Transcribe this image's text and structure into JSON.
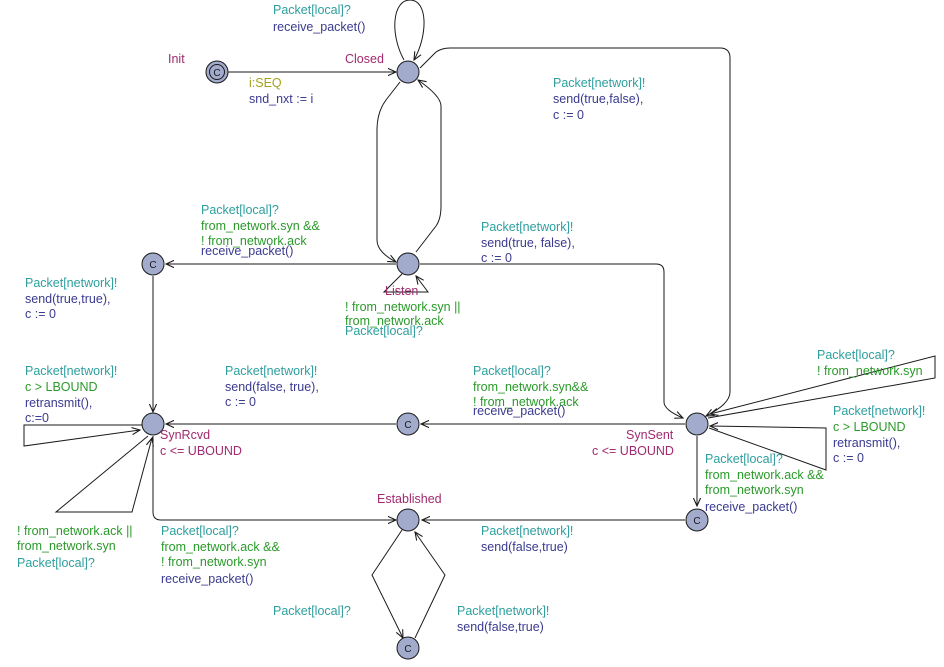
{
  "locations": {
    "init": {
      "name": "Init",
      "committed": "C"
    },
    "closed": {
      "name": "Closed"
    },
    "listen": {
      "name": "Listen"
    },
    "synsent": {
      "name": "SynSent",
      "invariant": "c <= UBOUND"
    },
    "synrcvd": {
      "name": "SynRcvd",
      "invariant": "c <= UBOUND"
    },
    "established": {
      "name": "Established"
    },
    "committed_label": "C"
  },
  "edges": {
    "closed_self": {
      "sync": "Packet[local]?",
      "update": "receive_packet()"
    },
    "init_closed": {
      "select": "i:SEQ",
      "update": "snd_nxt := i"
    },
    "closed_synsent": {
      "sync": "Packet[network]!",
      "update1": "send(true,false),",
      "update2": "c := 0"
    },
    "listen_c1_a": {
      "sync": "Packet[local]?",
      "guard1": "from_network.syn &&",
      "guard2": "! from_network.ack",
      "update": "receive_packet()"
    },
    "listen_synsent": {
      "sync": "Packet[network]!",
      "update1": "send(true, false),",
      "update2": "c := 0"
    },
    "listen_self": {
      "guard1": "! from_network.syn ||",
      "guard2": "from_network.ack",
      "sync": "Packet[local]?"
    },
    "c1_synrcvd": {
      "sync": "Packet[network]!",
      "update1": "send(true,true),",
      "update2": "c := 0"
    },
    "synrcvd_self_retx": {
      "sync": "Packet[network]!",
      "guard": "c > LBOUND",
      "update1": "retransmit(),",
      "update2": "c:=0"
    },
    "c2_synrcvd": {
      "sync": "Packet[network]!",
      "update1": "send(false, true),",
      "update2": "c := 0"
    },
    "synsent_c2": {
      "sync": "Packet[local]?",
      "guard1": "from_network.syn&&",
      "guard2": "! from_network.ack",
      "update": "receive_packet()"
    },
    "synsent_self_local": {
      "sync": "Packet[local]?",
      "guard": "! from_network.syn"
    },
    "synsent_self_retx": {
      "sync": "Packet[network]!",
      "guard": "c > LBOUND",
      "update1": "retransmit(),",
      "update2": "c := 0"
    },
    "synsent_c3": {
      "sync": "Packet[local]?",
      "guard1": "from_network.ack &&",
      "guard2": "from_network.syn",
      "update": "receive_packet()"
    },
    "synrcvd_self_loop": {
      "guard1": "! from_network.ack ||",
      "guard2": "from_network.syn",
      "sync": "Packet[local]?"
    },
    "synrcvd_established": {
      "sync": "Packet[local]?",
      "guard1": "from_network.ack &&",
      "guard2": "! from_network.syn",
      "update": "receive_packet()"
    },
    "c3_established": {
      "sync": "Packet[network]!",
      "update": "send(false,true)"
    },
    "established_c4": {
      "sync": "Packet[local]?"
    },
    "c4_established": {
      "sync": "Packet[network]!",
      "update": "send(false,true)"
    }
  }
}
